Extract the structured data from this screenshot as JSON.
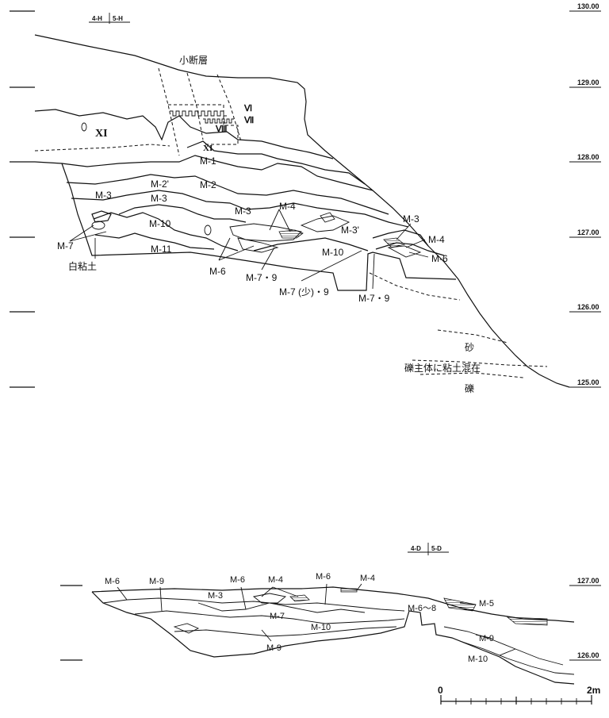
{
  "upper_section": {
    "grid_header": {
      "left": "4-H",
      "right": "5-H"
    },
    "elevations": [
      "130.00",
      "129.00",
      "128.00",
      "127.00",
      "126.00",
      "125.00"
    ],
    "fault_label": "小断層",
    "roman_layers": {
      "xi_large": "XI",
      "xi_small": "XI",
      "vi": "Ⅵ",
      "vii": "Ⅶ",
      "viii": "Ⅷ"
    },
    "layers": {
      "m1": "M-1",
      "m2_prime": "M-2'",
      "m2": "M-2",
      "m3_left": "M-3",
      "m3_center": "M-3",
      "m3_mid": "M-3",
      "m3_prime": "M-3'",
      "m3_right": "M-3",
      "m4_center": "M-4",
      "m4_right": "M-4",
      "m6_left": "M-6",
      "m6_right": "M-6",
      "m7_left": "M-7",
      "m7_9_center": "M-7・9",
      "m7_9_right": "M-7・9",
      "m7_small": "M-7 (少)・9",
      "m10_left": "M-10",
      "m10_center": "M-10",
      "m11": "M-11"
    },
    "soil_labels": {
      "white_clay": "白粘土",
      "sand": "砂",
      "gravel_clay": "礫主体に粘土混在",
      "gravel": "礫"
    }
  },
  "lower_section": {
    "grid_header": {
      "left": "4-D",
      "right": "5-D"
    },
    "elevations": [
      "127.00",
      "126.00"
    ],
    "layers": {
      "m6_a": "M-6",
      "m9_a": "M-9",
      "m3": "M-3",
      "m6_b": "M-6",
      "m4_a": "M-4",
      "m6_c": "M-6",
      "m4_b": "M-4",
      "m7": "M-7",
      "m10_a": "M-10",
      "m9_b": "M-9",
      "m6_8": "M-6～8",
      "m5": "M-5",
      "m9_c": "M-9",
      "m10_b": "M-10"
    }
  },
  "scale_bar": {
    "start": "0",
    "end": "2m"
  }
}
